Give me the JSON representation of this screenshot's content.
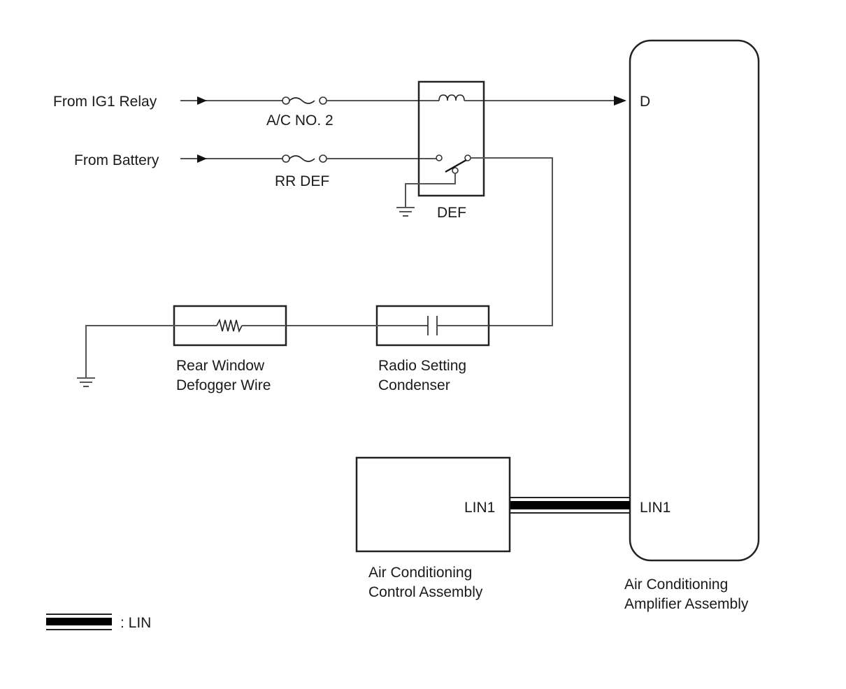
{
  "diagram": {
    "inputs": [
      {
        "label": "From IG1 Relay"
      },
      {
        "label": "From Battery"
      }
    ],
    "fuses": [
      {
        "label": "A/C NO. 2"
      },
      {
        "label": "RR DEF"
      }
    ],
    "relay": {
      "label": "DEF"
    },
    "components": [
      {
        "label_line1": "Rear Window",
        "label_line2": "Defogger Wire"
      },
      {
        "label_line1": "Radio Setting",
        "label_line2": "Condenser"
      }
    ],
    "control_assembly": {
      "label_line1": "Air Conditioning",
      "label_line2": "Control Assembly",
      "terminal": "LIN1"
    },
    "amplifier_assembly": {
      "label_line1": "Air Conditioning",
      "label_line2": "Amplifier Assembly",
      "terminal_d": "D",
      "terminal_lin": "LIN1"
    },
    "legend": {
      "label": ": LIN"
    }
  }
}
